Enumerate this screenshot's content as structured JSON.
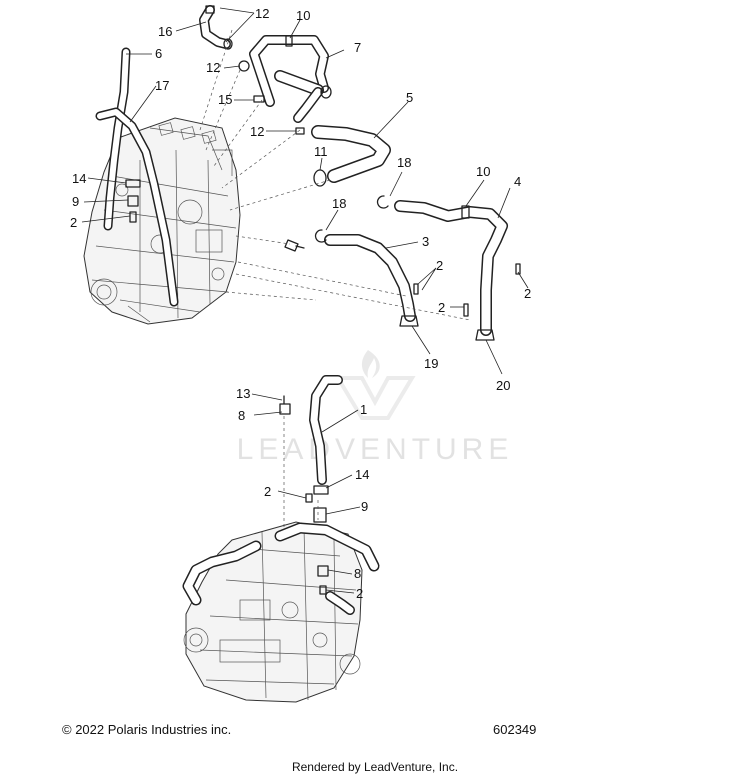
{
  "watermark": {
    "text": "LEADVENTURE"
  },
  "callouts": {
    "c16": "16",
    "c12a": "12",
    "c10a": "10",
    "c6": "6",
    "c7": "7",
    "c12b": "12",
    "c17": "17",
    "c15": "15",
    "c5": "5",
    "c12c": "12",
    "c11": "11",
    "c18a": "18",
    "c14a": "14",
    "c9a": "9",
    "c10b": "10",
    "c4": "4",
    "c2a": "2",
    "c18b": "18",
    "c3": "3",
    "c2b": "2",
    "c2c": "2",
    "c2d": "2",
    "c19": "19",
    "c20": "20",
    "c13": "13",
    "c8a": "8",
    "c1": "1",
    "c14b": "14",
    "c2e": "2",
    "c9b": "9",
    "c8b": "8",
    "c2f": "2"
  },
  "footer": {
    "copyright": "© 2022 Polaris Industries inc.",
    "drawing_number": "602349",
    "rendered_by": "Rendered by LeadVenture, Inc."
  }
}
